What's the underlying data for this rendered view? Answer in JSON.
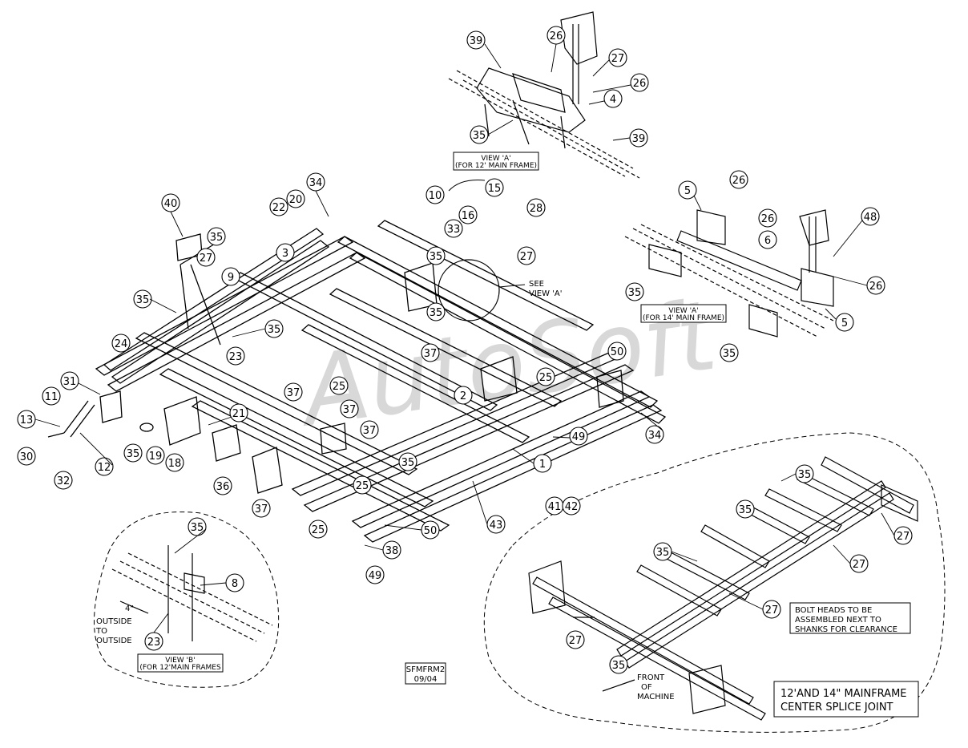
{
  "colors": {
    "ink": "#000000",
    "paper": "#ffffff",
    "watermark": "#d8d8d8"
  },
  "watermark": "AutoSoft",
  "view_a_12": {
    "line1": "VIEW 'A'",
    "line2": "(FOR 12' MAIN FRAME)"
  },
  "view_a_14": {
    "line1": "VIEW 'A'",
    "line2": "(FOR 14' MAIN FRAME)"
  },
  "view_b": {
    "line1": "VIEW 'B'",
    "line2": "(FOR 12'MAIN FRAMES"
  },
  "see_view_a": {
    "line1": "SEE",
    "line2": "VIEW 'A'"
  },
  "dimension": {
    "value": "4\"",
    "line1": "OUTSIDE",
    "line2": "TO",
    "line3": "OUTSIDE"
  },
  "drawing_id": {
    "line1": "SFMFRM2",
    "line2": "09/04"
  },
  "bolt_note": {
    "line1": "BOLT HEADS TO BE",
    "line2": "ASSEMBLED NEXT TO",
    "line3": "SHANKS FOR CLEARANCE"
  },
  "front_label": {
    "line1": "FRONT",
    "line2": "OF",
    "line3": "MACHINE"
  },
  "splice_title": {
    "line1": "12'AND 14\" MAINFRAME",
    "line2": "CENTER SPLICE JOINT"
  },
  "parts": {
    "p39a": "39",
    "p26a": "26",
    "p27a": "27",
    "p26b": "26",
    "p4": "4",
    "p35a": "35",
    "p39b": "39",
    "p10": "10",
    "p15": "15",
    "p16": "16",
    "p28": "28",
    "p33": "33",
    "p35b": "35",
    "p27b": "27",
    "p5a": "5",
    "p26c": "26",
    "p26d": "26",
    "p48": "48",
    "p6": "6",
    "p35c": "35",
    "p26e": "26",
    "p5b": "5",
    "p35d": "35",
    "p40": "40",
    "p35e": "35",
    "p27c": "27",
    "p9": "9",
    "p3": "3",
    "p22": "22",
    "p20": "20",
    "p34a": "34",
    "p35f": "35",
    "p35g": "35",
    "p24": "24",
    "p23a": "23",
    "p31": "31",
    "p11": "11",
    "p13": "13",
    "p30": "30",
    "p32": "32",
    "p12": "12",
    "p35h": "35",
    "p19": "19",
    "p18": "18",
    "p21": "21",
    "p36": "36",
    "p37a": "37",
    "p25a": "25",
    "p37b": "37",
    "p37c": "37",
    "p25b": "25",
    "p25c": "25",
    "p35i": "35",
    "p37d": "37",
    "p35j": "35",
    "p25d": "25",
    "p2": "2",
    "p50a": "50",
    "p49a": "49",
    "p34b": "34",
    "p1": "1",
    "p41": "41",
    "p42": "42",
    "p43": "43",
    "p50b": "50",
    "p38": "38",
    "p49b": "49",
    "p35k": "35",
    "p8": "8",
    "p23b": "23",
    "p35l": "35",
    "p35m": "35",
    "p27d": "27",
    "p35n": "35",
    "p27e": "27",
    "p27f": "27",
    "p27g": "27",
    "p35o": "35"
  }
}
